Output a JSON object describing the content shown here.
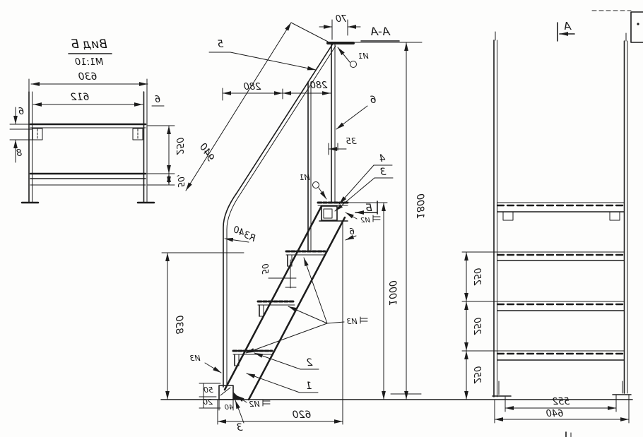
{
  "view_b": {
    "title": "Вид Б",
    "scale": "М1:10",
    "dim_630": "630",
    "dim_612": "612",
    "dim_6_right": "6",
    "dim_6_left": "6",
    "dim_8": "8",
    "dim_250": "250",
    "dim_50": "50,"
  },
  "section_view": {
    "title": "А-А",
    "dim_70": "70",
    "dim_280_left": "280",
    "dim_280_right": "280",
    "dim_940": "940",
    "dim_35": "35",
    "radius": "R340",
    "dim_50_step": "50",
    "dim_830": "830",
    "dim_1000": "1000",
    "dim_1800": "1800",
    "dim_620": "620",
    "dim_50_foot": "50",
    "dim_20": "20",
    "dim_40": "40",
    "dim_6_plate": "6",
    "item_1": "1",
    "item_2": "2",
    "item_3": "3",
    "item_3_top": "3",
    "item_4": "4",
    "item_5": "5",
    "item_6": "6",
    "weld_i1_top": "И1",
    "weld_i1_mid": "И1",
    "weld_i2_mid": "И2",
    "weld_i2_foot": "И2",
    "weld_i3_left": "И3",
    "weld_i3_right": "И3",
    "view_b_arrow": "Б"
  },
  "front_view": {
    "section_arrow": "А",
    "dim_250_1": "250",
    "dim_250_2": "250",
    "dim_250_3": "250",
    "dim_552": "552",
    "dim_640": "640"
  }
}
